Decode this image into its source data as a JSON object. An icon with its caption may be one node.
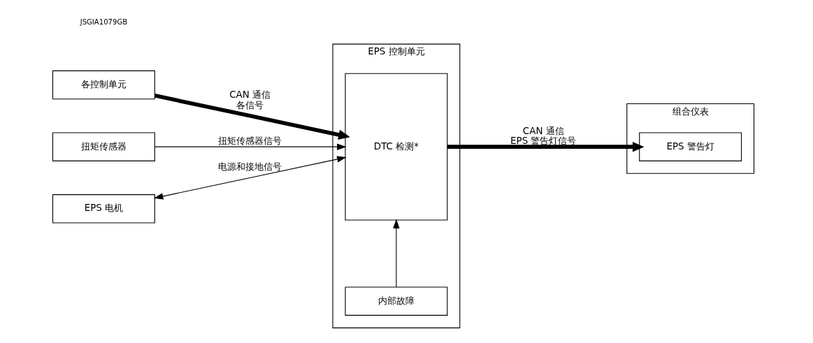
{
  "diagram": {
    "nodes": [
      {
        "text": [
          "各控制单元"
        ]
      },
      {
        "text": [
          "扭矩传感器"
        ]
      },
      {
        "text": [
          "EPS 电机"
        ]
      },
      {
        "text": [
          "EPS 控制单元"
        ]
      },
      {
        "text": [
          "DTC 检测*"
        ],
        "in": 3
      },
      {
        "text": [
          "内部故障"
        ],
        "in": 3
      },
      {
        "text": [
          "组合仪表"
        ]
      },
      {
        "text": [
          "EPS 警告灯"
        ],
        "in": 6
      }
    ],
    "edges": [
      {
        "from": 0,
        "to": 4,
        "arrow": "to",
        "style": "thick",
        "label": [
          "CAN 通信",
          "各信号"
        ]
      },
      {
        "from": 1,
        "to": 4,
        "arrow": "to",
        "label": [
          "扭矩传感器信号"
        ]
      },
      {
        "from": 2,
        "to": 4,
        "arrow": "both",
        "label": [
          "电源和接地信号"
        ]
      },
      {
        "from": 5,
        "to": 4,
        "arrow": "to"
      },
      {
        "from": 4,
        "to": 7,
        "arrow": "to",
        "style": "thick",
        "label": [
          "CAN 通信",
          "EPS 警告灯信号"
        ]
      }
    ],
    "labels": [
      "JSGIA1079GB"
    ]
  }
}
